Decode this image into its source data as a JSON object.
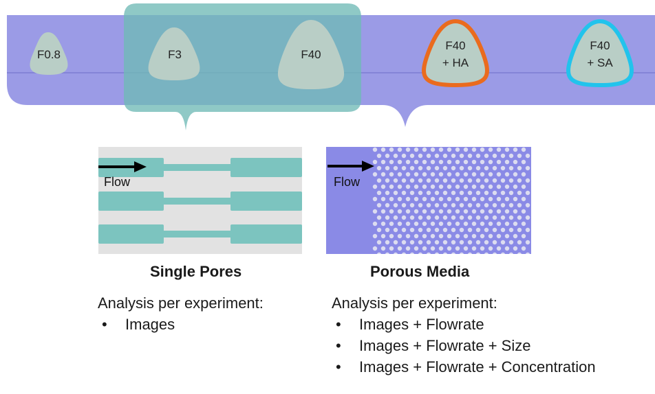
{
  "particles": [
    {
      "id": "f08",
      "label_lines": [
        "F0.8"
      ]
    },
    {
      "id": "f3",
      "label_lines": [
        "F3"
      ]
    },
    {
      "id": "f40",
      "label_lines": [
        "F40"
      ]
    },
    {
      "id": "f40ha",
      "label_lines": [
        "F40",
        "+ HA"
      ],
      "outline_color": "#ea6b1e"
    },
    {
      "id": "f40sa",
      "label_lines": [
        "F40",
        "+ SA"
      ],
      "outline_color": "#22c3ec"
    }
  ],
  "colors": {
    "band": "#9b9be6",
    "band_dark": "#8585d9",
    "highlight": "#6fbab6",
    "particle": "#b9cec6",
    "single_pore_fluid": "#7cc4bf",
    "single_pore_bg": "#e2e2e2",
    "porous_bg": "#8a8ae6",
    "porous_dot": "#dcdcf0"
  },
  "single_pores": {
    "flow_label": "Flow",
    "title": "Single Pores",
    "analysis_title": "Analysis per experiment:",
    "bullets": [
      "Images"
    ]
  },
  "porous_media": {
    "flow_label": "Flow",
    "title": "Porous Media",
    "analysis_title": "Analysis per experiment:",
    "bullets": [
      "Images + Flowrate",
      "Images + Flowrate + Size",
      "Images + Flowrate + Concentration"
    ]
  }
}
